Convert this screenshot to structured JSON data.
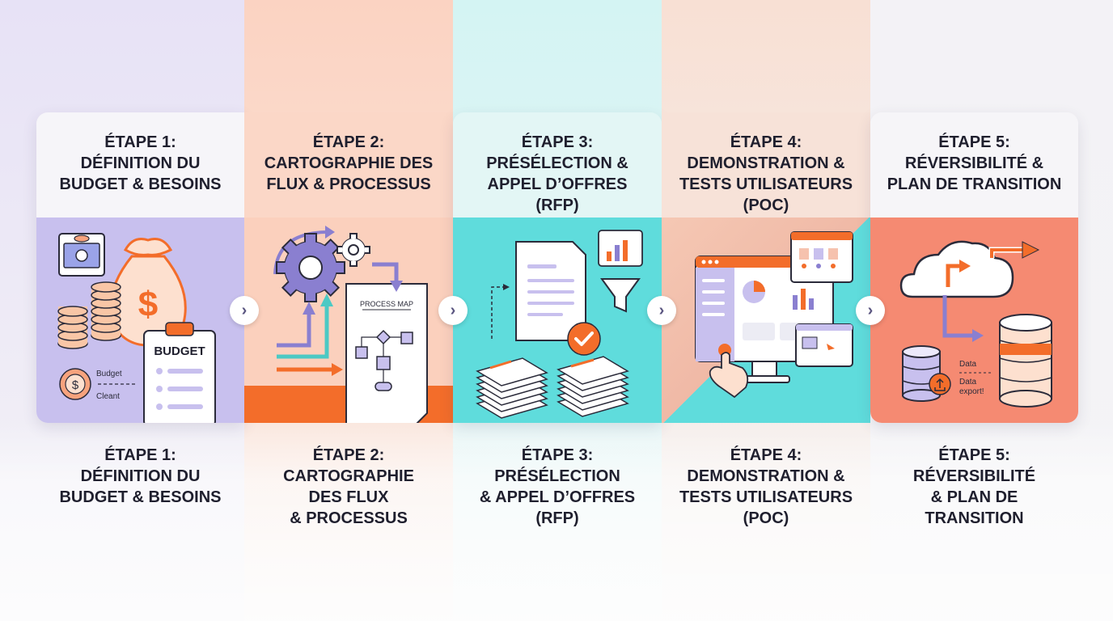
{
  "steps": [
    {
      "head": [
        "ÉTAPE 1:",
        "DÉFINITION DU",
        "BUDGET & BESOINS"
      ],
      "caption": [
        "ÉTAPE 1:",
        "DÉFINITION DU",
        "BUDGET & BESOINS"
      ],
      "labels": {
        "clipboard": "BUDGET",
        "legend_a": "Budget",
        "legend_b": "Cleant"
      }
    },
    {
      "head": [
        "ÉTAPE 2:",
        "CARTOGRAPHIE DES",
        "FLUX & PROCESSUS"
      ],
      "caption": [
        "ÉTAPE 2:",
        "CARTOGRAPHIE",
        "DES FLUX",
        "& PROCESSUS"
      ],
      "labels": {
        "doc_title": "PROCESS MAP"
      }
    },
    {
      "head": [
        "ÉTAPE 3:",
        "PRÉSÉLECTION &",
        "APPEL D’OFFRES",
        "(RFP)"
      ],
      "caption": [
        "ÉTAPE 3:",
        "PRÉSÉLECTION",
        "& APPEL D’OFFRES",
        "(RFP)"
      ]
    },
    {
      "head": [
        "ÉTAPE 4:",
        "DEMONSTRATION &",
        "TESTS UTILISATEURS",
        "(POC)"
      ],
      "caption": [
        "ÉTAPE 4:",
        "DEMONSTRATION &",
        "TESTS UTILISATEURS",
        "(POC)"
      ]
    },
    {
      "head": [
        "ÉTAPE 5:",
        "RÉVERSIBILITÉ &",
        "PLAN DE TRANSITION"
      ],
      "caption": [
        "ÉTAPE 5:",
        "RÉVERSIBILITÉ",
        "& PLAN DE",
        "TRANSITION"
      ],
      "labels": {
        "data_a": "Data",
        "data_b": "Data",
        "data_c": "export!"
      }
    }
  ],
  "arrow_glyph": "›",
  "colors": {
    "orange": "#f36d2a",
    "lavender": "#c8c0ee",
    "purple": "#8a7fd0",
    "teal": "#5fdcdc",
    "coral": "#f58a72",
    "ink": "#1f1f2e"
  },
  "icons": [
    "money-bag-icon",
    "coins-icon",
    "banknote-icon",
    "clipboard-icon",
    "gear-icon",
    "process-map-icon",
    "document-icon",
    "funnel-icon",
    "bar-chart-icon",
    "checkmark-icon",
    "monitor-icon",
    "hand-pointer-icon",
    "cloud-icon",
    "database-icon",
    "upload-icon"
  ]
}
